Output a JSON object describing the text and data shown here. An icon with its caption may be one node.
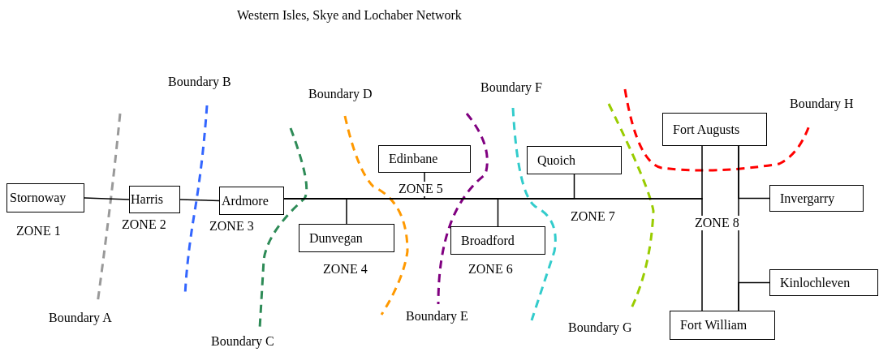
{
  "diagram": {
    "title": "Western Isles, Skye and Lochaber Network",
    "nodes": [
      {
        "text": [
          "Stornoway"
        ]
      },
      {
        "text": [
          "Harris"
        ]
      },
      {
        "text": [
          "Ardmore"
        ]
      },
      {
        "text": [
          "Edinbane"
        ]
      },
      {
        "text": [
          "Dunvegan"
        ]
      },
      {
        "text": [
          "Broadford"
        ]
      },
      {
        "text": [
          "Quoich"
        ]
      },
      {
        "text": [
          "Fort Augusts"
        ]
      },
      {
        "text": [
          "Invergarry"
        ]
      },
      {
        "text": [
          "Kinlochleven"
        ]
      },
      {
        "text": [
          "Fort William"
        ]
      }
    ],
    "edges": [
      {
        "from": 0,
        "to": 1,
        "arrow": "none"
      },
      {
        "from": 1,
        "to": 2,
        "arrow": "none"
      },
      {
        "from": 2,
        "to": 4,
        "arrow": "none"
      },
      {
        "from": 2,
        "to": 3,
        "arrow": "none"
      },
      {
        "from": 2,
        "to": 5,
        "arrow": "none"
      },
      {
        "from": 2,
        "to": 6,
        "arrow": "none"
      },
      {
        "from": 2,
        "to": 7,
        "arrow": "none"
      },
      {
        "from": 2,
        "to": 10,
        "arrow": "none"
      },
      {
        "from": 7,
        "to": 10,
        "arrow": "none"
      },
      {
        "from": 7,
        "to": 8,
        "arrow": "none"
      },
      {
        "from": 10,
        "to": 9,
        "arrow": "none"
      }
    ],
    "labels": [
      "Boundary B",
      "Boundary D",
      "Boundary F",
      "Boundary H",
      "ZONE 5",
      "ZONE 1",
      "ZONE 2",
      "ZONE 3",
      "ZONE 7",
      "ZONE 8",
      "ZONE 4",
      "ZONE 6",
      "Boundary A",
      "Boundary E",
      "Boundary G",
      "Boundary C"
    ]
  }
}
